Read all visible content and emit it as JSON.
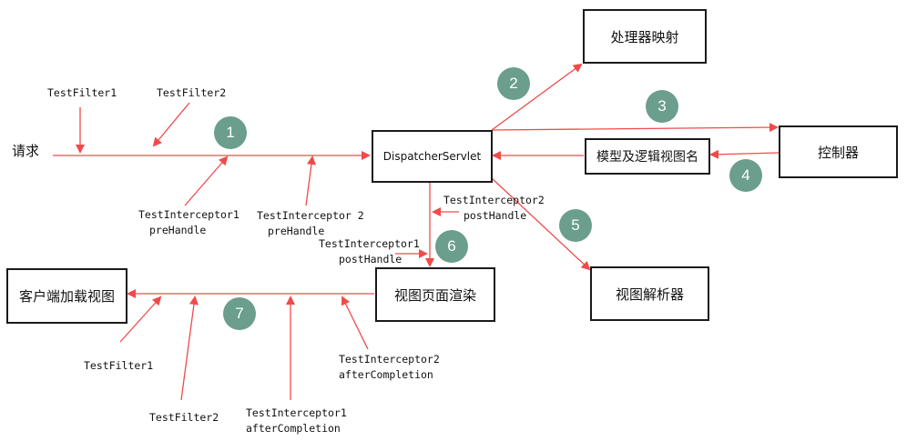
{
  "colors": {
    "arrow": "#f04a4a",
    "step_circle": "#6b9e8c",
    "box_border": "#1a1a1a"
  },
  "nodes": {
    "request": "请求",
    "dispatcher": "DispatcherServlet",
    "handler_mapping": "处理器映射",
    "controller": "控制器",
    "model_view": "模型及逻辑视图名",
    "view_resolver": "视图解析器",
    "view_render": "视图页面渲染",
    "client_load": "客户端加载视图"
  },
  "steps": [
    "1",
    "2",
    "3",
    "4",
    "5",
    "6",
    "7"
  ],
  "labels": {
    "filter1_top": "TestFilter1",
    "filter2_top": "TestFilter2",
    "interceptor1_pre": [
      "TestInterceptor1",
      "preHandle"
    ],
    "interceptor2_pre": [
      "TestInterceptor 2",
      "preHandle"
    ],
    "interceptor2_post": [
      "TestInterceptor2",
      "postHandle"
    ],
    "interceptor1_post": [
      "TestInterceptor1",
      "postHandle"
    ],
    "filter1_bottom": "TestFilter1",
    "filter2_bottom": "TestFilter2",
    "interceptor1_after": [
      "TestInterceptor1",
      "afterCompletion"
    ],
    "interceptor2_after": [
      "TestInterceptor2",
      "afterCompletion"
    ]
  }
}
